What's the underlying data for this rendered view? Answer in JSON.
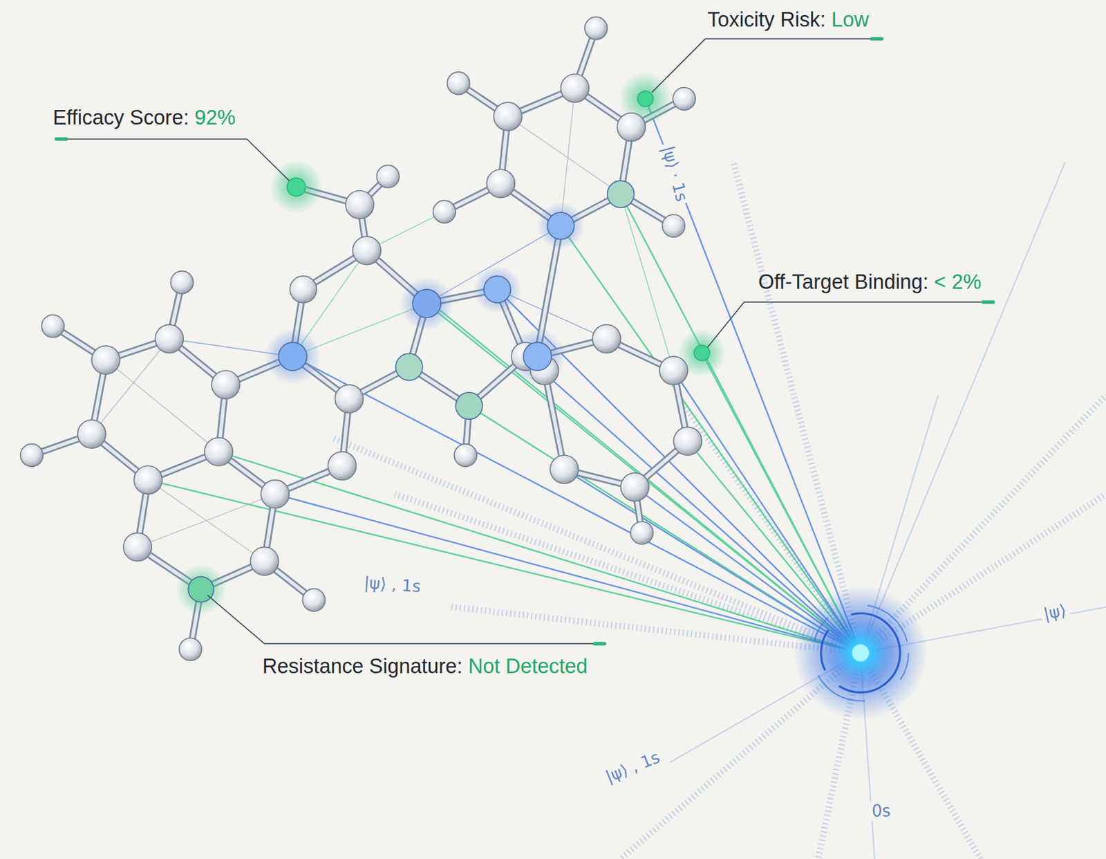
{
  "diagram": {
    "labels": [
      "Efficacy Score:",
      "92%",
      "Toxicity Risk:",
      "Low",
      "Off-Target Binding:",
      "< 2%",
      "Resistance Signature:",
      "Not Detected",
      "|ψ⟩ · 1s",
      "|ψ⟩ , 1s",
      "|ψ⟩",
      "|ψ⟩ , 1s",
      "0s"
    ]
  }
}
